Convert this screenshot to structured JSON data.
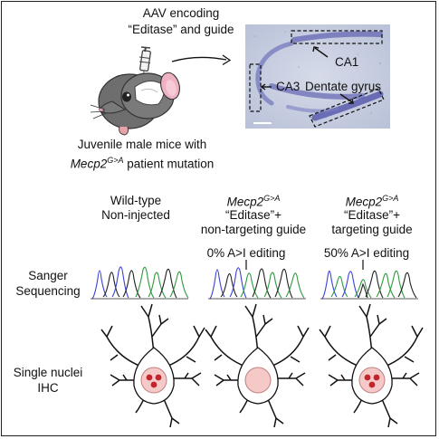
{
  "injection": {
    "line1": "AAV encoding",
    "line2": "“Editase” and guide"
  },
  "mouse": {
    "line1": "Juvenile male mice with",
    "gene": "Mecp2",
    "superscript": "G>A",
    "line2_rest": " patient mutation"
  },
  "histology": {
    "label_ca1": "CA1",
    "label_ca3": "CA3",
    "label_dg": "Dentate gyrus"
  },
  "columns": [
    {
      "line1": "Wild-type",
      "line2": "Non-injected"
    },
    {
      "gene": "Mecp2",
      "sup": "G>A",
      "line2": "“Editase”+",
      "line3": "non-targeting guide",
      "editing": "0% A>I editing"
    },
    {
      "gene": "Mecp2",
      "sup": "G>A",
      "line2": "“Editase”+",
      "line3": "targeting guide",
      "editing": "50% A>I editing"
    }
  ],
  "rows": {
    "sanger_line1": "Sanger",
    "sanger_line2": "Sequencing",
    "ihc_line1": "Single nuclei",
    "ihc_line2": "IHC"
  },
  "colors": {
    "trace_blue": "#3a43d6",
    "trace_green": "#2e9a3e",
    "trace_black": "#222222",
    "trace_red": "#d23030",
    "nucleus_fill": "#f6c9c9",
    "nucleolus": "#c0262b",
    "histology_bg": "#c9cfe0",
    "histology_stain": "#6f72b8"
  },
  "icons": [
    "syringe-icon",
    "mouse-icon",
    "arrow-right-icon",
    "neuron-icon"
  ]
}
